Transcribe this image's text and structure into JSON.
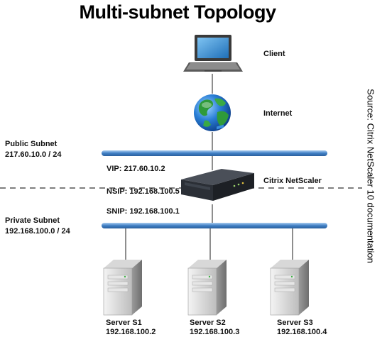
{
  "title": "Multi-subnet Topology",
  "nodes": {
    "client": "Client",
    "internet": "Internet",
    "netscaler": "Citrix NetScaler"
  },
  "subnets": {
    "public": {
      "name": "Public Subnet",
      "cidr": "217.60.10.0 / 24"
    },
    "private": {
      "name": "Private Subnet",
      "cidr": "192.168.100.0 / 24"
    }
  },
  "addresses": {
    "vip": "VIP: 217.60.10.2",
    "nsip": "NSIP: 192.168.100.5",
    "snip": "SNIP: 192.168.100.1"
  },
  "servers": [
    {
      "name": "Server S1",
      "ip": "192.168.100.2"
    },
    {
      "name": "Server S2",
      "ip": "192.168.100.3"
    },
    {
      "name": "Server S3",
      "ip": "192.168.100.4"
    }
  ],
  "source": "Source: Citrix NetScaler 10 documentation",
  "colors": {
    "bus": "#3f7fc4",
    "bus_highlight": "#a9cdf0",
    "appliance": "#2b2f36",
    "globe_water": "#2a7fd6",
    "globe_land": "#2f9a3a"
  }
}
